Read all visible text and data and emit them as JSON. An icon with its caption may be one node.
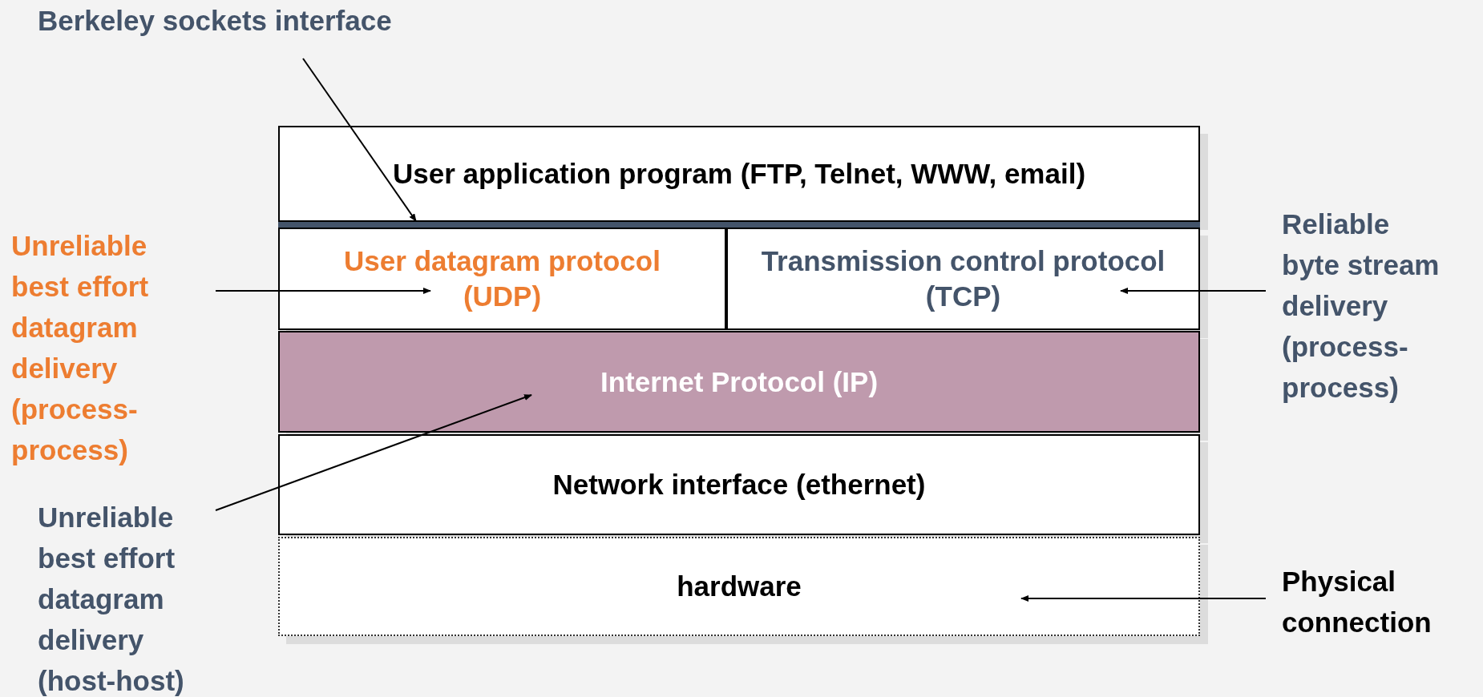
{
  "diagram": {
    "nodes": [
      {
        "text": [
          "User application program (FTP, Telnet, WWW, email)"
        ]
      },
      {
        "text": [],
        "shape": "bar"
      },
      {
        "text": [
          "User datagram protocol (UDP)"
        ]
      },
      {
        "text": [
          "Transmission control protocol (TCP)"
        ]
      },
      {
        "text": [
          "Internet Protocol (IP)"
        ]
      },
      {
        "text": [
          "Network interface (ethernet)"
        ]
      },
      {
        "text": [
          "hardware"
        ]
      },
      {
        "text": [
          "Berkeley sockets interface"
        ]
      },
      {
        "text": [
          "Unreliable best effort datagram delivery (process-process)"
        ]
      },
      {
        "text": [
          "Reliable byte stream delivery (process-process)"
        ]
      },
      {
        "text": [
          "Unreliable best effort datagram delivery (host-host)"
        ]
      },
      {
        "text": [
          "Physical connection"
        ]
      }
    ],
    "edges": [
      {
        "from": 7,
        "to": 1,
        "arrow": "to"
      },
      {
        "from": 8,
        "to": 2,
        "arrow": "to"
      },
      {
        "from": 9,
        "to": 3,
        "arrow": "to"
      },
      {
        "from": 10,
        "to": 4,
        "arrow": "to"
      },
      {
        "from": 11,
        "to": 6,
        "arrow": "to"
      }
    ]
  }
}
